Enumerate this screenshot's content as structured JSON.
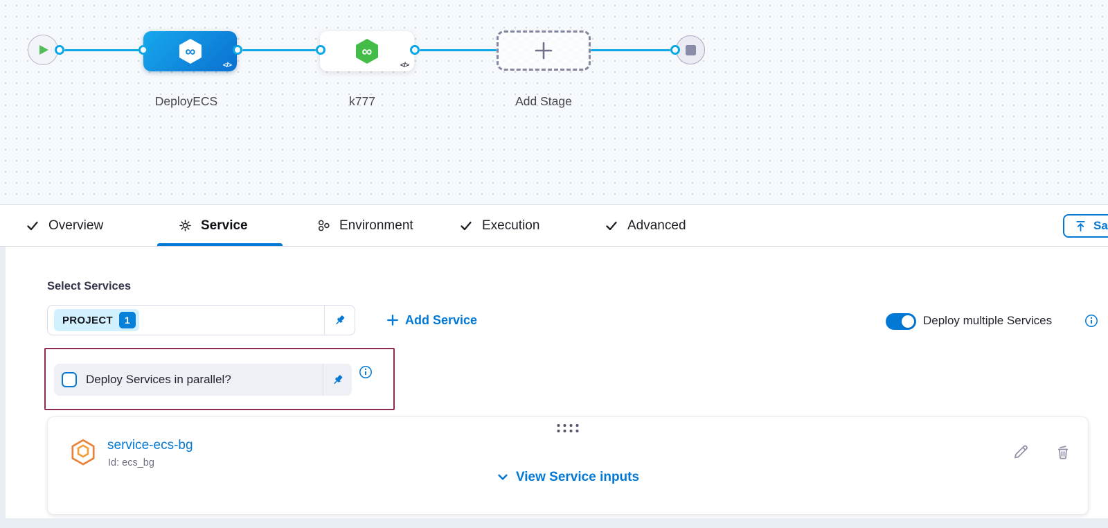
{
  "pipeline": {
    "nodes": [
      {
        "label": "DeployECS"
      },
      {
        "label": "k777"
      },
      {
        "label": "Add Stage"
      }
    ],
    "code_badge": "</>"
  },
  "icons": {
    "infinity": "∞"
  },
  "tabs": [
    {
      "label": "Overview",
      "icon": "check"
    },
    {
      "label": "Service",
      "icon": "gear",
      "active": true
    },
    {
      "label": "Environment",
      "icon": "environments"
    },
    {
      "label": "Execution",
      "icon": "check"
    },
    {
      "label": "Advanced",
      "icon": "check"
    }
  ],
  "toolbar": {
    "save_label": "Save"
  },
  "service_tab": {
    "select_services_label": "Select Services",
    "chip": {
      "label": "PROJECT",
      "count": "1"
    },
    "add_service_label": "Add Service",
    "deploy_multiple_label": "Deploy multiple Services",
    "parallel_label": "Deploy Services in parallel?",
    "card": {
      "service_name": "service-ecs-bg",
      "service_id": "Id: ecs_bg",
      "view_inputs_label": "View Service inputs"
    }
  },
  "colors": {
    "accent_blue": "#0278d5",
    "connector_blue": "#0ba7e7",
    "node_blue_gradient_start": "#17a8ec",
    "node_blue_gradient_end": "#0a70d1",
    "node_green": "#43bd47",
    "highlight_maroon": "#8d2a52",
    "service_icon_orange": "#e8813a"
  }
}
